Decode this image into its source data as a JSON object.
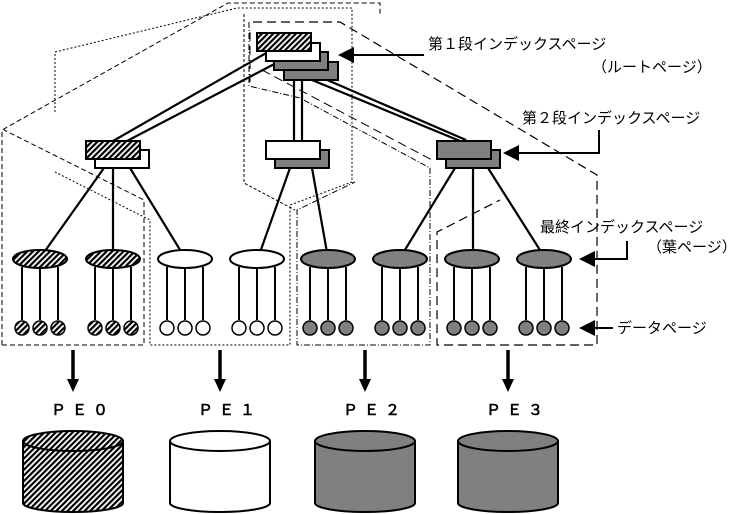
{
  "title": "Index partitioning across processing elements",
  "colors": {
    "pe0_fill": "hatched-dark",
    "pe1_fill": "#ffffff",
    "pe2_fill": "#808080",
    "pe3_fill": "#808080",
    "stroke": "#000000"
  },
  "labels": {
    "root_index": "第１段インデックスページ",
    "root_index_sub": "（ルートページ）",
    "second_index": "第２段インデックスページ",
    "leaf_index": "最終インデックスページ",
    "leaf_index_sub": "（葉ページ）",
    "data_page": "データページ"
  },
  "tree": {
    "root": {
      "layers": [
        "pe0",
        "pe1",
        "pe2",
        "pe3"
      ]
    },
    "second_level": [
      {
        "id": "l2-left",
        "layers": [
          "pe0",
          "pe1"
        ]
      },
      {
        "id": "l2-middle",
        "layers": [
          "pe1",
          "pe2"
        ]
      },
      {
        "id": "l2-right",
        "layers": [
          "pe2",
          "pe3"
        ]
      }
    ],
    "leaves": [
      {
        "pe": "pe0",
        "data_pages": 3
      },
      {
        "pe": "pe0",
        "data_pages": 3
      },
      {
        "pe": "pe1",
        "data_pages": 3
      },
      {
        "pe": "pe1",
        "data_pages": 3
      },
      {
        "pe": "pe2",
        "data_pages": 3
      },
      {
        "pe": "pe2",
        "data_pages": 3
      },
      {
        "pe": "pe3",
        "data_pages": 3
      },
      {
        "pe": "pe3",
        "data_pages": 3
      }
    ]
  },
  "pes": [
    {
      "id": "pe0",
      "label": "ＰＥ０"
    },
    {
      "id": "pe1",
      "label": "ＰＥ１"
    },
    {
      "id": "pe2",
      "label": "ＰＥ２"
    },
    {
      "id": "pe3",
      "label": "ＰＥ３"
    }
  ]
}
